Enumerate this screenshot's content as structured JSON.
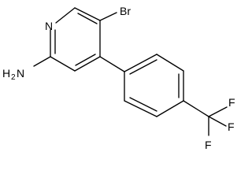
{
  "atom_labels": {
    "nitrogen": "N",
    "bromine": "Br",
    "amine": "H",
    "amine_subscript": "2",
    "amine_n": "N",
    "fluorine_1": "F",
    "fluorine_2": "F",
    "fluorine_3": "F"
  }
}
